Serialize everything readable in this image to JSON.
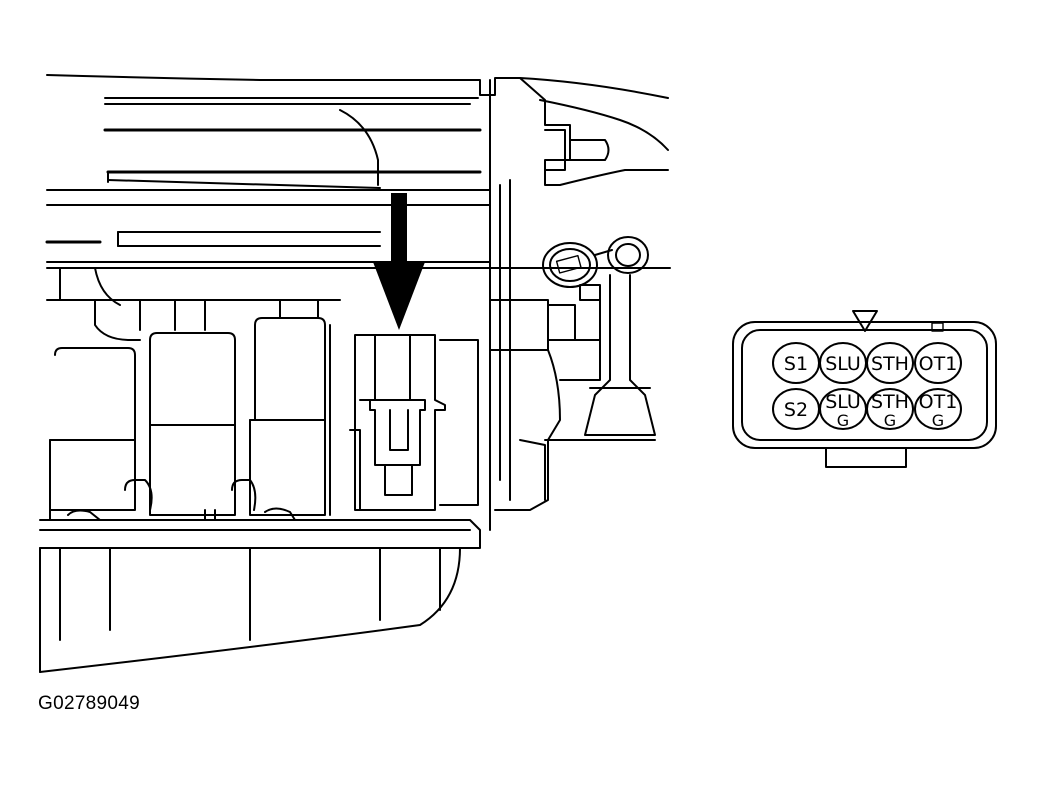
{
  "figure": {
    "id": "G02789049"
  },
  "connector": {
    "pins": [
      {
        "label": "S1",
        "sub": ""
      },
      {
        "label": "SLU",
        "sub": ""
      },
      {
        "label": "STH",
        "sub": ""
      },
      {
        "label": "OT1",
        "sub": ""
      },
      {
        "label": "S2",
        "sub": ""
      },
      {
        "label": "SLU",
        "sub": "G"
      },
      {
        "label": "STH",
        "sub": "G"
      },
      {
        "label": "OT1",
        "sub": "G"
      }
    ]
  }
}
